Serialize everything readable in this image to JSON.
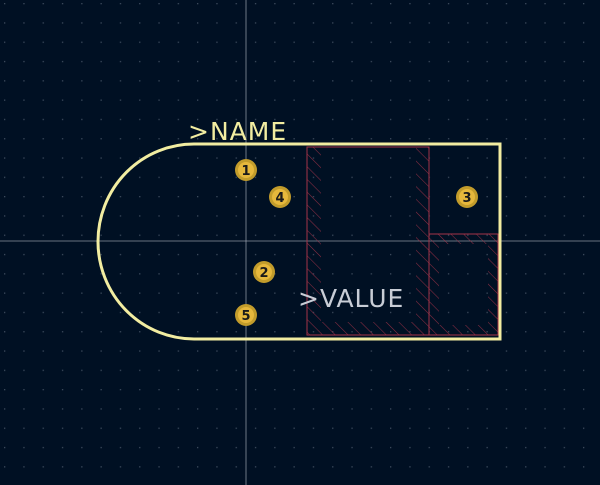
{
  "texts": {
    "name_field": ">NAME",
    "value_field": ">VALUE"
  },
  "pads": [
    {
      "number": "1"
    },
    {
      "number": "2"
    },
    {
      "number": "3"
    },
    {
      "number": "4"
    },
    {
      "number": "5"
    }
  ],
  "colors": {
    "background": "#001023",
    "grid_dot": "#3c4a5c",
    "crosshair": "#b8bfc9",
    "silkscreen": "#f2eda1",
    "name_text": "#f2eda1",
    "value_text": "#c8cdd6",
    "courtyard_hatch": "#a43348",
    "pad_ring": "#c29c2b",
    "pad_fill": "#e6b83c"
  }
}
